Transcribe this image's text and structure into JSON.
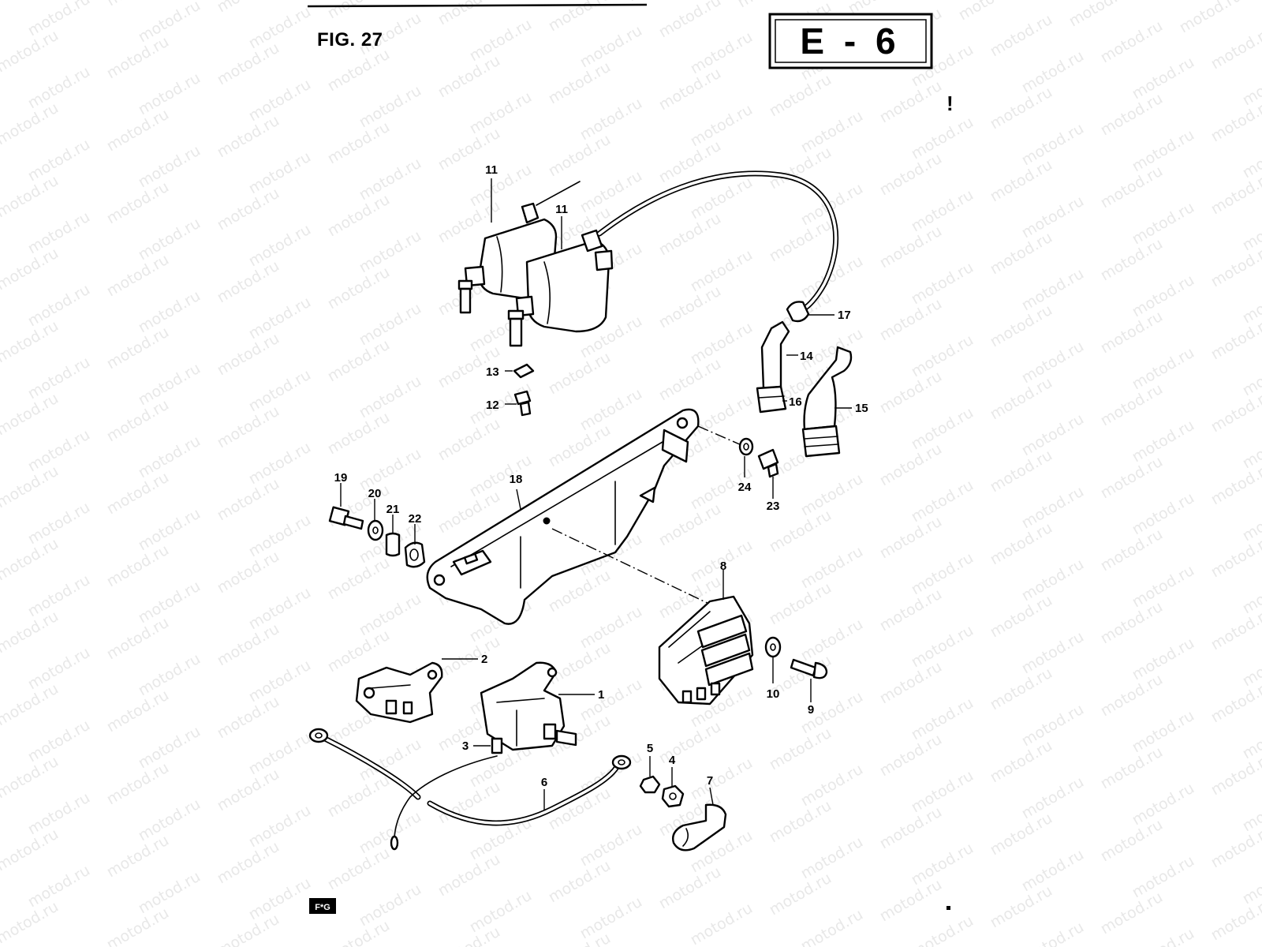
{
  "figure": {
    "title": "FIG. 27",
    "plate_code": "E - 6",
    "side_mark": "!"
  },
  "watermark": {
    "text": "motod.ru"
  },
  "callouts": {
    "c1": "1",
    "c2": "2",
    "c3": "3",
    "c4": "4",
    "c5": "5",
    "c6": "6",
    "c7": "7",
    "c8": "8",
    "c9": "9",
    "c10": "10",
    "c11a": "11",
    "c11b": "11",
    "c12": "12",
    "c13": "13",
    "c14": "14",
    "c15": "15",
    "c16": "16",
    "c17": "17",
    "c18": "18",
    "c19": "19",
    "c20": "20",
    "c21": "21",
    "c22": "22",
    "c23": "23",
    "c24": "24"
  },
  "footer": {
    "stamp": "F*G"
  },
  "colors": {
    "ink": "#000000",
    "paper": "#ffffff",
    "watermark": "#e8e8e8"
  }
}
